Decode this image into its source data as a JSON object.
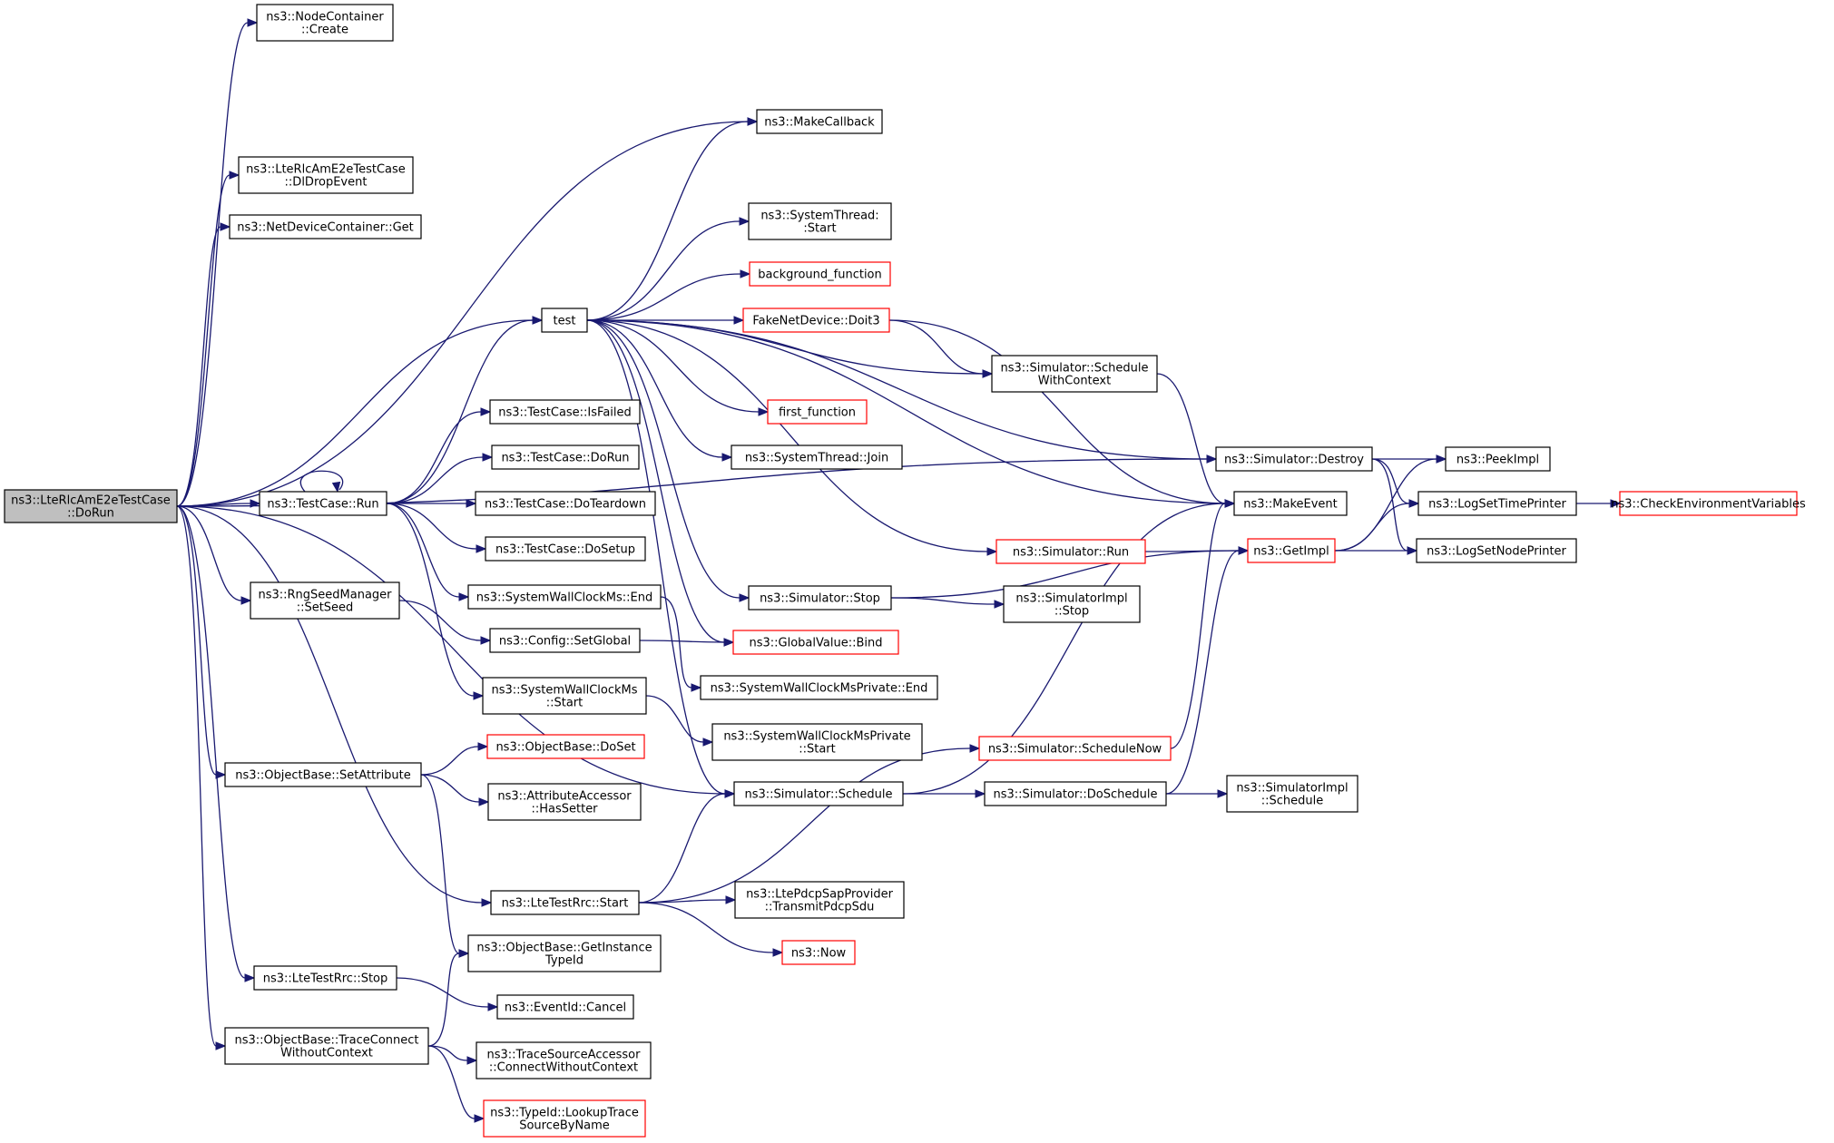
{
  "colors": {
    "edge": "#191970",
    "plain_border": "#000000",
    "incomplete_border": "#ff0000",
    "root_fill": "#bfbfbf"
  },
  "nodes": {
    "root": [
      "ns3::LteRlcAmE2eTestCase",
      "::DoRun"
    ],
    "node_container_create": [
      "ns3::NodeContainer",
      "::Create"
    ],
    "dl_drop_event": [
      "ns3::LteRlcAmE2eTestCase",
      "::DlDropEvent"
    ],
    "net_device_container_get": [
      "ns3::NetDeviceContainer::Get"
    ],
    "test": [
      "test"
    ],
    "testcase_run": [
      "ns3::TestCase::Run"
    ],
    "rng_seed_manager_set_seed": [
      "ns3::RngSeedManager",
      "::SetSeed"
    ],
    "objectbase_set_attribute": [
      "ns3::ObjectBase::SetAttribute"
    ],
    "lte_test_rrc_stop": [
      "ns3::LteTestRrc::Stop"
    ],
    "objectbase_trace_connect": [
      "ns3::ObjectBase::TraceConnect",
      "WithoutContext"
    ],
    "testcase_is_failed": [
      "ns3::TestCase::IsFailed"
    ],
    "testcase_do_run": [
      "ns3::TestCase::DoRun"
    ],
    "testcase_do_teardown": [
      "ns3::TestCase::DoTeardown"
    ],
    "testcase_do_setup": [
      "ns3::TestCase::DoSetup"
    ],
    "system_wall_clock_end": [
      "ns3::SystemWallClockMs::End"
    ],
    "config_set_global": [
      "ns3::Config::SetGlobal"
    ],
    "system_wall_clock_start": [
      "ns3::SystemWallClockMs",
      "::Start"
    ],
    "objectbase_do_set": [
      "ns3::ObjectBase::DoSet"
    ],
    "attribute_accessor_has_setter": [
      "ns3::AttributeAccessor",
      "::HasSetter"
    ],
    "lte_test_rrc_start": [
      "ns3::LteTestRrc::Start"
    ],
    "objectbase_get_instance_typeid": [
      "ns3::ObjectBase::GetInstance",
      "TypeId"
    ],
    "eventid_cancel": [
      "ns3::EventId::Cancel"
    ],
    "trace_source_accessor_connect": [
      "ns3::TraceSourceAccessor",
      "::ConnectWithoutContext"
    ],
    "typeid_lookup_trace_source": [
      "ns3::TypeId::LookupTrace",
      "SourceByName"
    ],
    "make_callback": [
      "ns3::MakeCallback"
    ],
    "system_thread_start": [
      "ns3::SystemThread:",
      ":Start"
    ],
    "background_function": [
      "background_function"
    ],
    "fake_net_device_doit3": [
      "FakeNetDevice::Doit3"
    ],
    "first_function": [
      "first_function"
    ],
    "system_thread_join": [
      "ns3::SystemThread::Join"
    ],
    "simulator_stop": [
      "ns3::Simulator::Stop"
    ],
    "global_value_bind": [
      "ns3::GlobalValue::Bind"
    ],
    "system_wall_clock_private_end": [
      "ns3::SystemWallClockMsPrivate::End"
    ],
    "system_wall_clock_private_start": [
      "ns3::SystemWallClockMsPrivate",
      "::Start"
    ],
    "simulator_schedule": [
      "ns3::Simulator::Schedule"
    ],
    "lte_pdcp_sap_transmit": [
      "ns3::LtePdcpSapProvider",
      "::TransmitPdcpSdu"
    ],
    "now": [
      "ns3::Now"
    ],
    "simulator_schedule_with_context": [
      "ns3::Simulator::Schedule",
      "WithContext"
    ],
    "simulator_run": [
      "ns3::Simulator::Run"
    ],
    "simulator_impl_stop": [
      "ns3::SimulatorImpl",
      "::Stop"
    ],
    "simulator_schedule_now": [
      "ns3::Simulator::ScheduleNow"
    ],
    "simulator_do_schedule": [
      "ns3::Simulator::DoSchedule"
    ],
    "simulator_destroy": [
      "ns3::Simulator::Destroy"
    ],
    "make_event": [
      "ns3::MakeEvent"
    ],
    "get_impl": [
      "ns3::GetImpl"
    ],
    "simulator_impl_schedule": [
      "ns3::SimulatorImpl",
      "::Schedule"
    ],
    "peek_impl": [
      "ns3::PeekImpl"
    ],
    "log_set_time_printer": [
      "ns3::LogSetTimePrinter"
    ],
    "log_set_node_printer": [
      "ns3::LogSetNodePrinter"
    ],
    "check_environment_variables": [
      "ns3::CheckEnvironmentVariables"
    ]
  },
  "edges": [
    [
      "root",
      "node_container_create"
    ],
    [
      "root",
      "dl_drop_event"
    ],
    [
      "root",
      "net_device_container_get"
    ],
    [
      "root",
      "make_callback"
    ],
    [
      "root",
      "simulator_destroy"
    ],
    [
      "root",
      "test"
    ],
    [
      "root",
      "testcase_run"
    ],
    [
      "root",
      "rng_seed_manager_set_seed"
    ],
    [
      "root",
      "objectbase_set_attribute"
    ],
    [
      "root",
      "simulator_schedule"
    ],
    [
      "root",
      "lte_test_rrc_start"
    ],
    [
      "root",
      "lte_test_rrc_stop"
    ],
    [
      "root",
      "objectbase_trace_connect"
    ],
    [
      "test",
      "make_callback"
    ],
    [
      "test",
      "system_thread_start"
    ],
    [
      "test",
      "background_function"
    ],
    [
      "test",
      "fake_net_device_doit3"
    ],
    [
      "test",
      "simulator_schedule_with_context"
    ],
    [
      "test",
      "first_function"
    ],
    [
      "test",
      "system_thread_join"
    ],
    [
      "test",
      "simulator_destroy"
    ],
    [
      "test",
      "make_event"
    ],
    [
      "test",
      "simulator_run"
    ],
    [
      "test",
      "simulator_stop"
    ],
    [
      "test",
      "global_value_bind"
    ],
    [
      "test",
      "simulator_schedule"
    ],
    [
      "testcase_run",
      "testcase_run"
    ],
    [
      "testcase_run",
      "test"
    ],
    [
      "testcase_run",
      "testcase_is_failed"
    ],
    [
      "testcase_run",
      "testcase_do_run"
    ],
    [
      "testcase_run",
      "testcase_do_teardown"
    ],
    [
      "testcase_run",
      "testcase_do_setup"
    ],
    [
      "testcase_run",
      "system_wall_clock_end"
    ],
    [
      "testcase_run",
      "system_wall_clock_start"
    ],
    [
      "rng_seed_manager_set_seed",
      "config_set_global"
    ],
    [
      "config_set_global",
      "global_value_bind"
    ],
    [
      "system_wall_clock_end",
      "system_wall_clock_private_end"
    ],
    [
      "system_wall_clock_start",
      "system_wall_clock_private_start"
    ],
    [
      "objectbase_set_attribute",
      "objectbase_do_set"
    ],
    [
      "objectbase_set_attribute",
      "attribute_accessor_has_setter"
    ],
    [
      "objectbase_set_attribute",
      "objectbase_get_instance_typeid"
    ],
    [
      "lte_test_rrc_start",
      "simulator_schedule"
    ],
    [
      "lte_test_rrc_start",
      "simulator_schedule_now"
    ],
    [
      "lte_test_rrc_start",
      "lte_pdcp_sap_transmit"
    ],
    [
      "lte_test_rrc_start",
      "now"
    ],
    [
      "lte_test_rrc_stop",
      "eventid_cancel"
    ],
    [
      "objectbase_trace_connect",
      "objectbase_get_instance_typeid"
    ],
    [
      "objectbase_trace_connect",
      "trace_source_accessor_connect"
    ],
    [
      "objectbase_trace_connect",
      "typeid_lookup_trace_source"
    ],
    [
      "fake_net_device_doit3",
      "simulator_schedule_with_context"
    ],
    [
      "fake_net_device_doit3",
      "make_event"
    ],
    [
      "simulator_schedule_with_context",
      "make_event"
    ],
    [
      "simulator_stop",
      "simulator_impl_stop"
    ],
    [
      "simulator_stop",
      "get_impl"
    ],
    [
      "simulator_schedule",
      "make_event"
    ],
    [
      "simulator_schedule",
      "simulator_do_schedule"
    ],
    [
      "simulator_schedule_now",
      "make_event"
    ],
    [
      "simulator_run",
      "get_impl"
    ],
    [
      "simulator_do_schedule",
      "simulator_impl_schedule"
    ],
    [
      "simulator_do_schedule",
      "get_impl"
    ],
    [
      "simulator_destroy",
      "peek_impl"
    ],
    [
      "simulator_destroy",
      "log_set_time_printer"
    ],
    [
      "simulator_destroy",
      "log_set_node_printer"
    ],
    [
      "get_impl",
      "peek_impl"
    ],
    [
      "get_impl",
      "log_set_time_printer"
    ],
    [
      "get_impl",
      "log_set_node_printer"
    ],
    [
      "log_set_time_printer",
      "check_environment_variables"
    ]
  ]
}
